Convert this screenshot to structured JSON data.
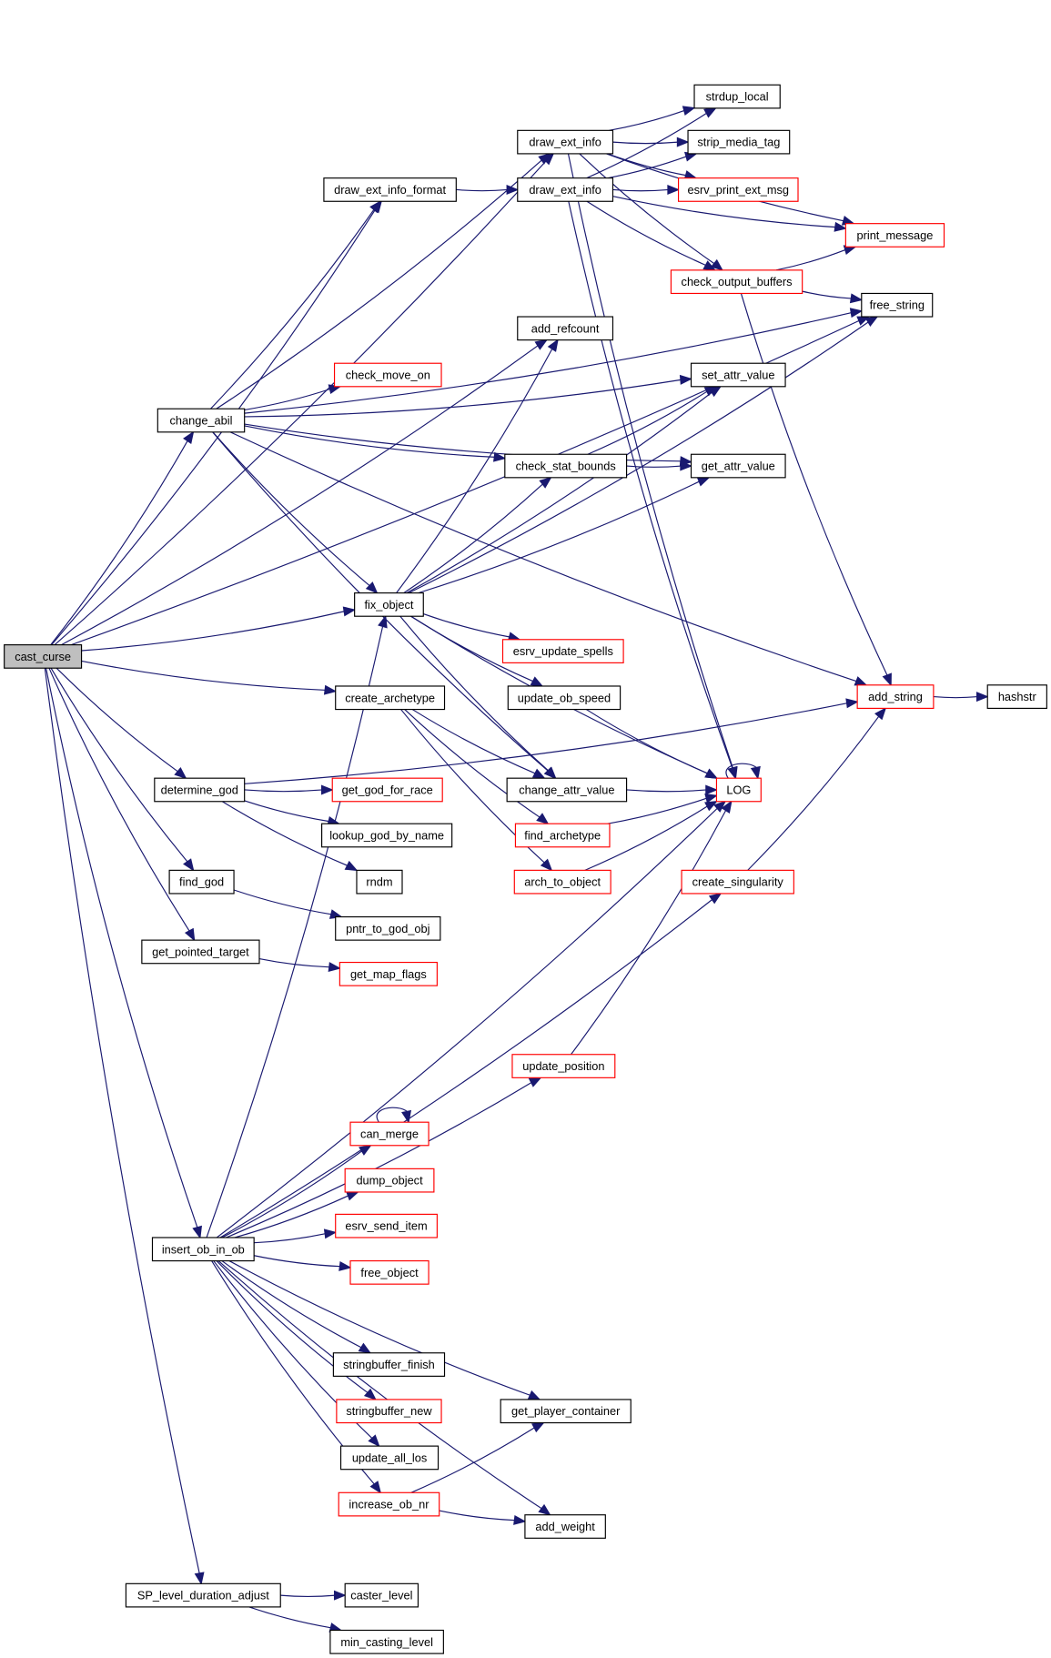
{
  "diagram": {
    "type": "call-graph",
    "root": "cast_curse",
    "colors": {
      "edge": "#191970",
      "root_fill": "#bfbfbf",
      "border_default": "#000000",
      "border_truncated": "#ff0000"
    },
    "nodes": [
      {
        "id": "cast_curse",
        "label": "cast_curse",
        "style": "root"
      },
      {
        "id": "draw_ext_info_a",
        "label": "draw_ext_info",
        "style": "normal"
      },
      {
        "id": "draw_ext_info_format",
        "label": "draw_ext_info_format",
        "style": "normal"
      },
      {
        "id": "draw_ext_info_b",
        "label": "draw_ext_info",
        "style": "normal"
      },
      {
        "id": "strdup_local",
        "label": "strdup_local",
        "style": "normal"
      },
      {
        "id": "strip_media_tag",
        "label": "strip_media_tag",
        "style": "normal"
      },
      {
        "id": "esrv_print_ext_msg",
        "label": "esrv_print_ext_msg",
        "style": "red"
      },
      {
        "id": "print_message",
        "label": "print_message",
        "style": "red"
      },
      {
        "id": "check_output_buffers",
        "label": "check_output_buffers",
        "style": "red"
      },
      {
        "id": "free_string",
        "label": "free_string",
        "style": "normal"
      },
      {
        "id": "add_refcount",
        "label": "add_refcount",
        "style": "normal"
      },
      {
        "id": "check_move_on",
        "label": "check_move_on",
        "style": "red"
      },
      {
        "id": "set_attr_value",
        "label": "set_attr_value",
        "style": "normal"
      },
      {
        "id": "change_abil",
        "label": "change_abil",
        "style": "normal"
      },
      {
        "id": "check_stat_bounds",
        "label": "check_stat_bounds",
        "style": "normal"
      },
      {
        "id": "get_attr_value",
        "label": "get_attr_value",
        "style": "normal"
      },
      {
        "id": "fix_object",
        "label": "fix_object",
        "style": "normal"
      },
      {
        "id": "esrv_update_spells",
        "label": "esrv_update_spells",
        "style": "red"
      },
      {
        "id": "create_archetype",
        "label": "create_archetype",
        "style": "normal"
      },
      {
        "id": "update_ob_speed",
        "label": "update_ob_speed",
        "style": "normal"
      },
      {
        "id": "add_string",
        "label": "add_string",
        "style": "red"
      },
      {
        "id": "hashstr",
        "label": "hashstr",
        "style": "normal"
      },
      {
        "id": "determine_god",
        "label": "determine_god",
        "style": "normal"
      },
      {
        "id": "get_god_for_race",
        "label": "get_god_for_race",
        "style": "red"
      },
      {
        "id": "change_attr_value",
        "label": "change_attr_value",
        "style": "normal"
      },
      {
        "id": "LOG",
        "label": "LOG",
        "style": "red"
      },
      {
        "id": "lookup_god_by_name",
        "label": "lookup_god_by_name",
        "style": "normal"
      },
      {
        "id": "find_archetype",
        "label": "find_archetype",
        "style": "red"
      },
      {
        "id": "find_god",
        "label": "find_god",
        "style": "normal"
      },
      {
        "id": "rndm",
        "label": "rndm",
        "style": "normal"
      },
      {
        "id": "arch_to_object",
        "label": "arch_to_object",
        "style": "red"
      },
      {
        "id": "create_singularity",
        "label": "create_singularity",
        "style": "red"
      },
      {
        "id": "pntr_to_god_obj",
        "label": "pntr_to_god_obj",
        "style": "normal"
      },
      {
        "id": "get_pointed_target",
        "label": "get_pointed_target",
        "style": "normal"
      },
      {
        "id": "get_map_flags",
        "label": "get_map_flags",
        "style": "red"
      },
      {
        "id": "update_position",
        "label": "update_position",
        "style": "red"
      },
      {
        "id": "can_merge",
        "label": "can_merge",
        "style": "red"
      },
      {
        "id": "dump_object",
        "label": "dump_object",
        "style": "red"
      },
      {
        "id": "esrv_send_item",
        "label": "esrv_send_item",
        "style": "red"
      },
      {
        "id": "insert_ob_in_ob",
        "label": "insert_ob_in_ob",
        "style": "normal"
      },
      {
        "id": "free_object",
        "label": "free_object",
        "style": "red"
      },
      {
        "id": "stringbuffer_finish",
        "label": "stringbuffer_finish",
        "style": "normal"
      },
      {
        "id": "stringbuffer_new",
        "label": "stringbuffer_new",
        "style": "red"
      },
      {
        "id": "get_player_container",
        "label": "get_player_container",
        "style": "normal"
      },
      {
        "id": "update_all_los",
        "label": "update_all_los",
        "style": "normal"
      },
      {
        "id": "increase_ob_nr",
        "label": "increase_ob_nr",
        "style": "red"
      },
      {
        "id": "add_weight",
        "label": "add_weight",
        "style": "normal"
      },
      {
        "id": "SP_level_duration_adjust",
        "label": "SP_level_duration_adjust",
        "style": "normal"
      },
      {
        "id": "caster_level",
        "label": "caster_level",
        "style": "normal"
      },
      {
        "id": "min_casting_level",
        "label": "min_casting_level",
        "style": "normal"
      }
    ],
    "edges": [
      [
        "cast_curse",
        "free_string"
      ],
      [
        "cast_curse",
        "draw_ext_info_a"
      ],
      [
        "cast_curse",
        "draw_ext_info_format"
      ],
      [
        "cast_curse",
        "add_refcount"
      ],
      [
        "cast_curse",
        "change_abil"
      ],
      [
        "cast_curse",
        "fix_object"
      ],
      [
        "cast_curse",
        "create_archetype"
      ],
      [
        "cast_curse",
        "determine_god"
      ],
      [
        "cast_curse",
        "find_god"
      ],
      [
        "cast_curse",
        "get_pointed_target"
      ],
      [
        "cast_curse",
        "insert_ob_in_ob"
      ],
      [
        "cast_curse",
        "SP_level_duration_adjust"
      ],
      [
        "draw_ext_info_format",
        "draw_ext_info_b"
      ],
      [
        "draw_ext_info_a",
        "strdup_local"
      ],
      [
        "draw_ext_info_a",
        "strip_media_tag"
      ],
      [
        "draw_ext_info_a",
        "esrv_print_ext_msg"
      ],
      [
        "draw_ext_info_a",
        "print_message"
      ],
      [
        "draw_ext_info_a",
        "check_output_buffers"
      ],
      [
        "draw_ext_info_a",
        "LOG"
      ],
      [
        "draw_ext_info_b",
        "strdup_local"
      ],
      [
        "draw_ext_info_b",
        "strip_media_tag"
      ],
      [
        "draw_ext_info_b",
        "esrv_print_ext_msg"
      ],
      [
        "draw_ext_info_b",
        "print_message"
      ],
      [
        "draw_ext_info_b",
        "check_output_buffers"
      ],
      [
        "draw_ext_info_b",
        "LOG"
      ],
      [
        "check_output_buffers",
        "print_message"
      ],
      [
        "check_output_buffers",
        "free_string"
      ],
      [
        "check_output_buffers",
        "add_string"
      ],
      [
        "change_abil",
        "draw_ext_info_a"
      ],
      [
        "change_abil",
        "draw_ext_info_format"
      ],
      [
        "change_abil",
        "free_string"
      ],
      [
        "change_abil",
        "set_attr_value"
      ],
      [
        "change_abil",
        "check_move_on"
      ],
      [
        "change_abil",
        "check_stat_bounds"
      ],
      [
        "change_abil",
        "get_attr_value"
      ],
      [
        "change_abil",
        "fix_object"
      ],
      [
        "change_abil",
        "add_string"
      ],
      [
        "change_abil",
        "change_attr_value"
      ],
      [
        "check_stat_bounds",
        "set_attr_value"
      ],
      [
        "check_stat_bounds",
        "get_attr_value"
      ],
      [
        "fix_object",
        "add_refcount"
      ],
      [
        "fix_object",
        "set_attr_value"
      ],
      [
        "fix_object",
        "check_stat_bounds"
      ],
      [
        "fix_object",
        "get_attr_value"
      ],
      [
        "fix_object",
        "free_string"
      ],
      [
        "fix_object",
        "esrv_update_spells"
      ],
      [
        "fix_object",
        "update_ob_speed"
      ],
      [
        "fix_object",
        "change_attr_value"
      ],
      [
        "fix_object",
        "LOG"
      ],
      [
        "update_ob_speed",
        "LOG"
      ],
      [
        "change_attr_value",
        "LOG"
      ],
      [
        "LOG",
        "LOG"
      ],
      [
        "create_archetype",
        "change_attr_value"
      ],
      [
        "create_archetype",
        "find_archetype"
      ],
      [
        "create_archetype",
        "arch_to_object"
      ],
      [
        "find_archetype",
        "LOG"
      ],
      [
        "arch_to_object",
        "LOG"
      ],
      [
        "determine_god",
        "get_god_for_race"
      ],
      [
        "determine_god",
        "lookup_god_by_name"
      ],
      [
        "determine_god",
        "rndm"
      ],
      [
        "determine_god",
        "add_string"
      ],
      [
        "add_string",
        "hashstr"
      ],
      [
        "create_singularity",
        "add_string"
      ],
      [
        "find_god",
        "pntr_to_god_obj"
      ],
      [
        "get_pointed_target",
        "get_map_flags"
      ],
      [
        "insert_ob_in_ob",
        "fix_object"
      ],
      [
        "insert_ob_in_ob",
        "LOG"
      ],
      [
        "insert_ob_in_ob",
        "update_position"
      ],
      [
        "insert_ob_in_ob",
        "can_merge"
      ],
      [
        "insert_ob_in_ob",
        "dump_object"
      ],
      [
        "insert_ob_in_ob",
        "esrv_send_item"
      ],
      [
        "insert_ob_in_ob",
        "free_object"
      ],
      [
        "insert_ob_in_ob",
        "stringbuffer_finish"
      ],
      [
        "insert_ob_in_ob",
        "stringbuffer_new"
      ],
      [
        "insert_ob_in_ob",
        "update_all_los"
      ],
      [
        "insert_ob_in_ob",
        "increase_ob_nr"
      ],
      [
        "insert_ob_in_ob",
        "add_weight"
      ],
      [
        "insert_ob_in_ob",
        "get_player_container"
      ],
      [
        "insert_ob_in_ob",
        "create_singularity"
      ],
      [
        "update_position",
        "LOG"
      ],
      [
        "can_merge",
        "can_merge"
      ],
      [
        "increase_ob_nr",
        "get_player_container"
      ],
      [
        "increase_ob_nr",
        "add_weight"
      ],
      [
        "SP_level_duration_adjust",
        "caster_level"
      ],
      [
        "SP_level_duration_adjust",
        "min_casting_level"
      ]
    ]
  }
}
